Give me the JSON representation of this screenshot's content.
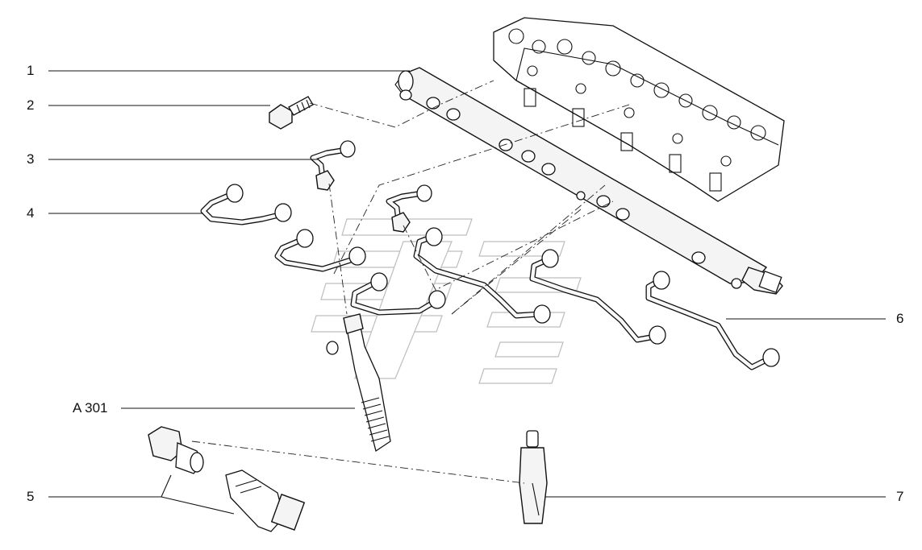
{
  "callouts": [
    {
      "id": "1",
      "label": "1"
    },
    {
      "id": "2",
      "label": "2"
    },
    {
      "id": "3",
      "label": "3"
    },
    {
      "id": "4",
      "label": "4"
    },
    {
      "id": "5",
      "label": "5"
    },
    {
      "id": "6",
      "label": "6"
    },
    {
      "id": "7",
      "label": "7"
    },
    {
      "id": "a301",
      "label": "A 301"
    }
  ]
}
